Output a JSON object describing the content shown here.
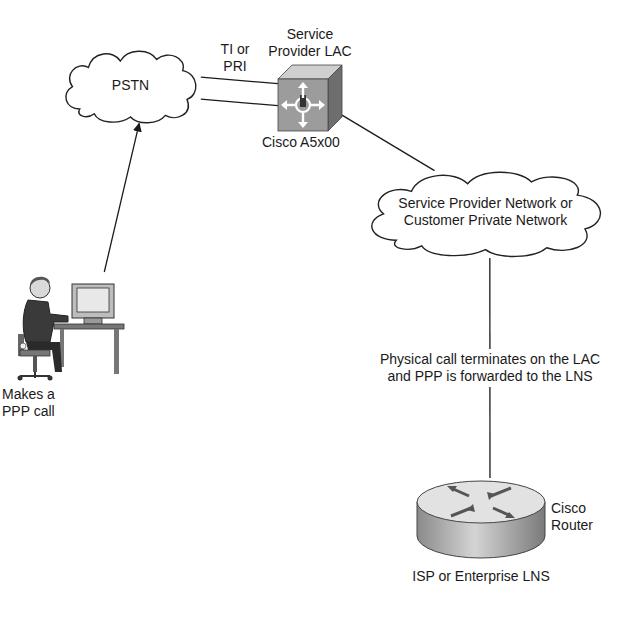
{
  "diagram": {
    "nodes": [
      {
        "text": [
          "PSTN"
        ]
      },
      {
        "text": [
          "Service Provider LAC",
          "Cisco A5x00"
        ]
      },
      {
        "text": [
          "Makes a PPP call"
        ]
      },
      {
        "text": [
          "Service Provider Network or Customer Private Network"
        ]
      },
      {
        "text": [
          "Cisco Router",
          "ISP or Enterprise LNS"
        ]
      }
    ],
    "edges": [
      {
        "from": 2,
        "to": 0,
        "arrow": "to"
      },
      {
        "from": 0,
        "to": 1,
        "arrow": "none",
        "label": "TI or PRI"
      },
      {
        "from": 1,
        "to": 3,
        "arrow": "none"
      },
      {
        "from": 3,
        "to": 4,
        "arrow": "none",
        "label": "Physical call terminates on the LAC and PPP is forwarded to the LNS"
      }
    ]
  }
}
